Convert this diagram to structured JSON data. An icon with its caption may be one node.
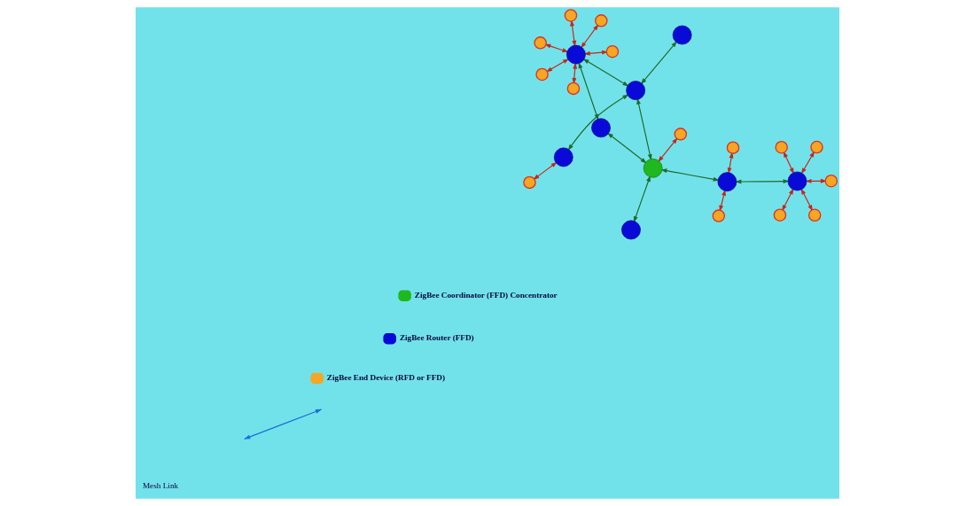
{
  "diagram": {
    "nodes": [
      {
        "text": [],
        "shape": "circle"
      },
      {
        "text": [],
        "shape": "circle"
      },
      {
        "text": [],
        "shape": "circle"
      },
      {
        "text": [],
        "shape": "circle"
      },
      {
        "text": [],
        "shape": "circle"
      },
      {
        "text": [],
        "shape": "circle"
      },
      {
        "text": [],
        "shape": "circle"
      },
      {
        "text": [],
        "shape": "circle"
      },
      {
        "text": [],
        "shape": "circle"
      },
      {
        "text": [],
        "shape": "circle"
      },
      {
        "text": [],
        "shape": "circle"
      },
      {
        "text": [],
        "shape": "circle"
      },
      {
        "text": [],
        "shape": "circle"
      },
      {
        "text": [],
        "shape": "circle"
      },
      {
        "text": [],
        "shape": "circle"
      },
      {
        "text": [],
        "shape": "circle"
      },
      {
        "text": [],
        "shape": "circle"
      },
      {
        "text": [],
        "shape": "circle"
      },
      {
        "text": [],
        "shape": "circle"
      },
      {
        "text": [],
        "shape": "circle"
      },
      {
        "text": [],
        "shape": "circle"
      },
      {
        "text": [],
        "shape": "circle"
      },
      {
        "text": [],
        "shape": "circle"
      },
      {
        "text": [],
        "shape": "circle"
      }
    ],
    "edges": [
      {
        "from": 0,
        "to": 6,
        "arrow": "both"
      },
      {
        "from": 1,
        "to": 6,
        "arrow": "both"
      },
      {
        "from": 2,
        "to": 6,
        "arrow": "both"
      },
      {
        "from": 8,
        "to": 6,
        "arrow": "both"
      },
      {
        "from": 10,
        "to": 6,
        "arrow": "both"
      },
      {
        "from": 4,
        "to": 5,
        "arrow": "both"
      },
      {
        "from": 9,
        "to": 5,
        "arrow": "both"
      },
      {
        "from": 3,
        "to": 7,
        "arrow": "both"
      },
      {
        "from": 13,
        "to": 14,
        "arrow": "both"
      },
      {
        "from": 16,
        "to": 19,
        "arrow": "both"
      },
      {
        "from": 17,
        "to": 19,
        "arrow": "both"
      },
      {
        "from": 18,
        "to": 19,
        "arrow": "both"
      },
      {
        "from": 21,
        "to": 19,
        "arrow": "both"
      },
      {
        "from": 22,
        "to": 19,
        "arrow": "both"
      },
      {
        "from": 23,
        "to": 19,
        "arrow": "both"
      },
      {
        "from": 6,
        "to": 5,
        "arrow": "both",
        "color": "#1f6b2a"
      },
      {
        "from": 5,
        "to": 14,
        "arrow": "both",
        "color": "#1f6b2a"
      },
      {
        "from": 12,
        "to": 14,
        "arrow": "both",
        "color": "#1f6b2a"
      },
      {
        "from": 14,
        "to": 15,
        "arrow": "both",
        "color": "#1f6b2a"
      },
      {
        "from": 14,
        "to": 20,
        "arrow": "both",
        "color": "#1f6b2a"
      },
      {
        "from": 7,
        "to": 15,
        "arrow": "both",
        "color": "#1f6b2a"
      },
      {
        "from": 11,
        "to": 15,
        "arrow": "both",
        "color": "#1f6b2a"
      },
      {
        "from": 15,
        "to": 19,
        "arrow": "both",
        "color": "#1f6b2a"
      },
      {
        "from": 20,
        "to": 19,
        "arrow": "both",
        "color": "#1f6b2a"
      }
    ],
    "legend": [
      {
        "text": "ZigBee Coordinator (FFD) Concentrator",
        "color": "#1fb81f"
      },
      {
        "text": "ZigBee Router (FFD)",
        "color": "#0a0ad8"
      },
      {
        "text": "ZigBee End Device (RFD or FFD)",
        "color": "#f5a623"
      },
      {
        "text": "Mesh Link"
      }
    ]
  }
}
